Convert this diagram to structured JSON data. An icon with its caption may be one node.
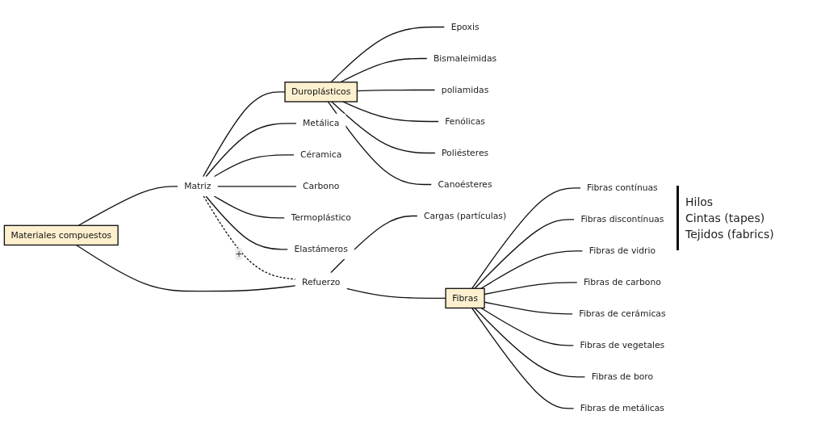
{
  "diagram": {
    "nodes": [
      {
        "text": [
          "Materiales compuestos"
        ]
      },
      {
        "text": [
          "Matriz"
        ]
      },
      {
        "text": [
          "Refuerzo"
        ]
      },
      {
        "text": [
          "Metálica"
        ]
      },
      {
        "text": [
          "Céramica"
        ]
      },
      {
        "text": [
          "Carbono"
        ]
      },
      {
        "text": [
          "Termoplástico"
        ]
      },
      {
        "text": [
          "Elastámeros"
        ]
      },
      {
        "text": [
          "Duroplásticos"
        ]
      },
      {
        "text": [
          "Epoxis"
        ]
      },
      {
        "text": [
          "Bismaleimidas"
        ]
      },
      {
        "text": [
          "poliamidas"
        ]
      },
      {
        "text": [
          "Fenólicas"
        ]
      },
      {
        "text": [
          "Poliésteres"
        ]
      },
      {
        "text": [
          "Canoésteres"
        ]
      },
      {
        "text": [
          "Cargas (partículas)"
        ]
      },
      {
        "text": [
          "Fibras"
        ]
      },
      {
        "text": [
          "Fibras contínuas"
        ]
      },
      {
        "text": [
          "Fibras discontínuas"
        ]
      },
      {
        "text": [
          "Fibras de vidrio"
        ]
      },
      {
        "text": [
          "Fibras de carbono"
        ]
      },
      {
        "text": [
          "Fibras de cerámicas"
        ]
      },
      {
        "text": [
          "Fibras de vegetales"
        ]
      },
      {
        "text": [
          "Fibras de boro"
        ]
      },
      {
        "text": [
          "Fibras de metálicas"
        ]
      }
    ],
    "edges": [
      {
        "from": 0,
        "to": 1,
        "arrow": "none"
      },
      {
        "from": 0,
        "to": 2,
        "arrow": "none"
      },
      {
        "from": 1,
        "to": 2,
        "arrow": "none",
        "label": "+",
        "style": "dashed"
      },
      {
        "from": 1,
        "to": 3,
        "arrow": "none"
      },
      {
        "from": 1,
        "to": 4,
        "arrow": "none"
      },
      {
        "from": 1,
        "to": 5,
        "arrow": "none"
      },
      {
        "from": 1,
        "to": 6,
        "arrow": "none"
      },
      {
        "from": 1,
        "to": 7,
        "arrow": "none"
      },
      {
        "from": 1,
        "to": 8,
        "arrow": "none"
      },
      {
        "from": 8,
        "to": 9,
        "arrow": "none"
      },
      {
        "from": 8,
        "to": 10,
        "arrow": "none"
      },
      {
        "from": 8,
        "to": 11,
        "arrow": "none"
      },
      {
        "from": 8,
        "to": 12,
        "arrow": "none"
      },
      {
        "from": 8,
        "to": 13,
        "arrow": "none"
      },
      {
        "from": 8,
        "to": 14,
        "arrow": "none"
      },
      {
        "from": 2,
        "to": 15,
        "arrow": "none"
      },
      {
        "from": 2,
        "to": 16,
        "arrow": "none"
      },
      {
        "from": 16,
        "to": 17,
        "arrow": "none"
      },
      {
        "from": 16,
        "to": 18,
        "arrow": "none"
      },
      {
        "from": 16,
        "to": 19,
        "arrow": "none"
      },
      {
        "from": 16,
        "to": 20,
        "arrow": "none"
      },
      {
        "from": 16,
        "to": 21,
        "arrow": "none"
      },
      {
        "from": 16,
        "to": 22,
        "arrow": "none"
      },
      {
        "from": 16,
        "to": 23,
        "arrow": "none"
      },
      {
        "from": 16,
        "to": 24,
        "arrow": "none"
      }
    ],
    "labels": [
      "Hilos",
      "Cintas (tapes)",
      "Tejidos (fabrics)"
    ]
  }
}
